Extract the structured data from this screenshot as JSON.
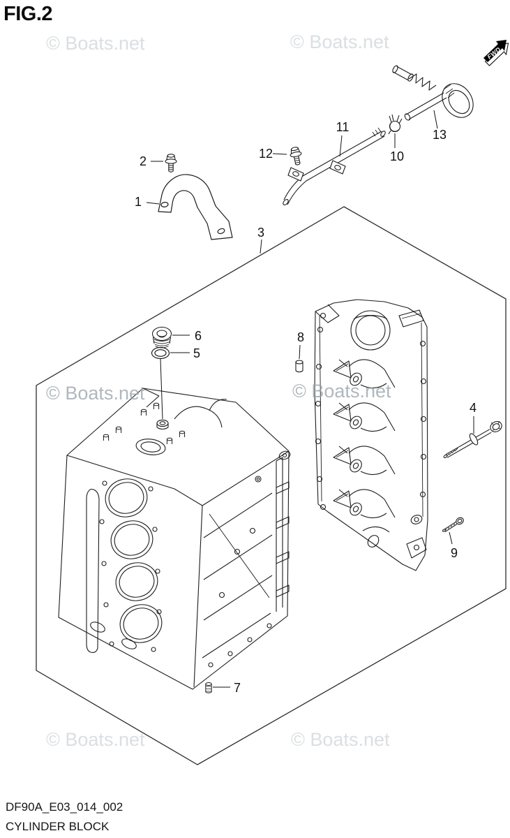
{
  "figure": {
    "id": "FIG.2"
  },
  "watermark": {
    "text": "© Boats.net"
  },
  "direction_indicator": {
    "label": "FWD"
  },
  "parts_diagram": {
    "callouts": [
      {
        "ref": "1"
      },
      {
        "ref": "2"
      },
      {
        "ref": "3"
      },
      {
        "ref": "4"
      },
      {
        "ref": "5"
      },
      {
        "ref": "6"
      },
      {
        "ref": "7"
      },
      {
        "ref": "8"
      },
      {
        "ref": "9"
      },
      {
        "ref": "10"
      },
      {
        "ref": "11"
      },
      {
        "ref": "12"
      },
      {
        "ref": "13"
      }
    ]
  },
  "footer": {
    "drawing_code": "DF90A_E03_014_002",
    "caption": "CYLINDER BLOCK"
  }
}
